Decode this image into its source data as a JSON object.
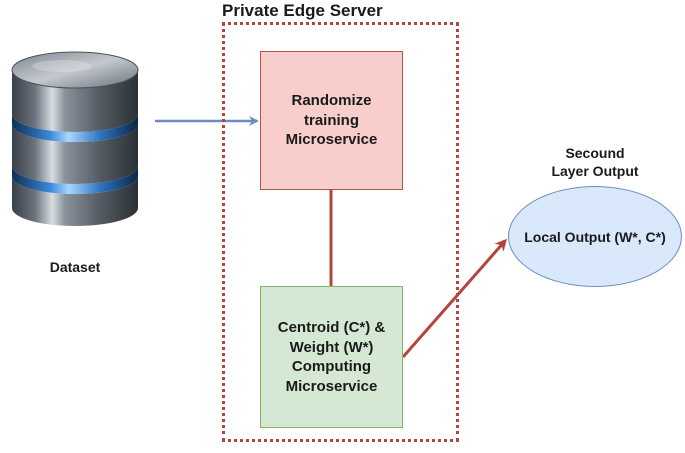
{
  "diagram": {
    "boundary": {
      "title": "Private Edge Server"
    },
    "dataset": {
      "label": "Dataset",
      "icon": "database-icon"
    },
    "randomize_box": {
      "lines": [
        "Randomize",
        "training",
        "Microservice"
      ]
    },
    "centroid_box": {
      "lines": [
        "Centroid (C*) &",
        "Weight (W*)",
        "Computing",
        "Microservice"
      ]
    },
    "output": {
      "title_lines": [
        "Secound",
        "Layer Output"
      ],
      "ellipse_label": "Local Output (W*, C*)"
    }
  },
  "colors": {
    "randomize_fill": "#f8cecc",
    "randomize_stroke": "#b85450",
    "centroid_fill": "#d5e8d4",
    "centroid_stroke": "#82b366",
    "output_fill": "#dae8fc",
    "output_stroke": "#6c8ebf",
    "boundary_stroke": "#b5443c",
    "arrow_blue": "#6c8ebf",
    "arrow_red": "#b5443c"
  }
}
